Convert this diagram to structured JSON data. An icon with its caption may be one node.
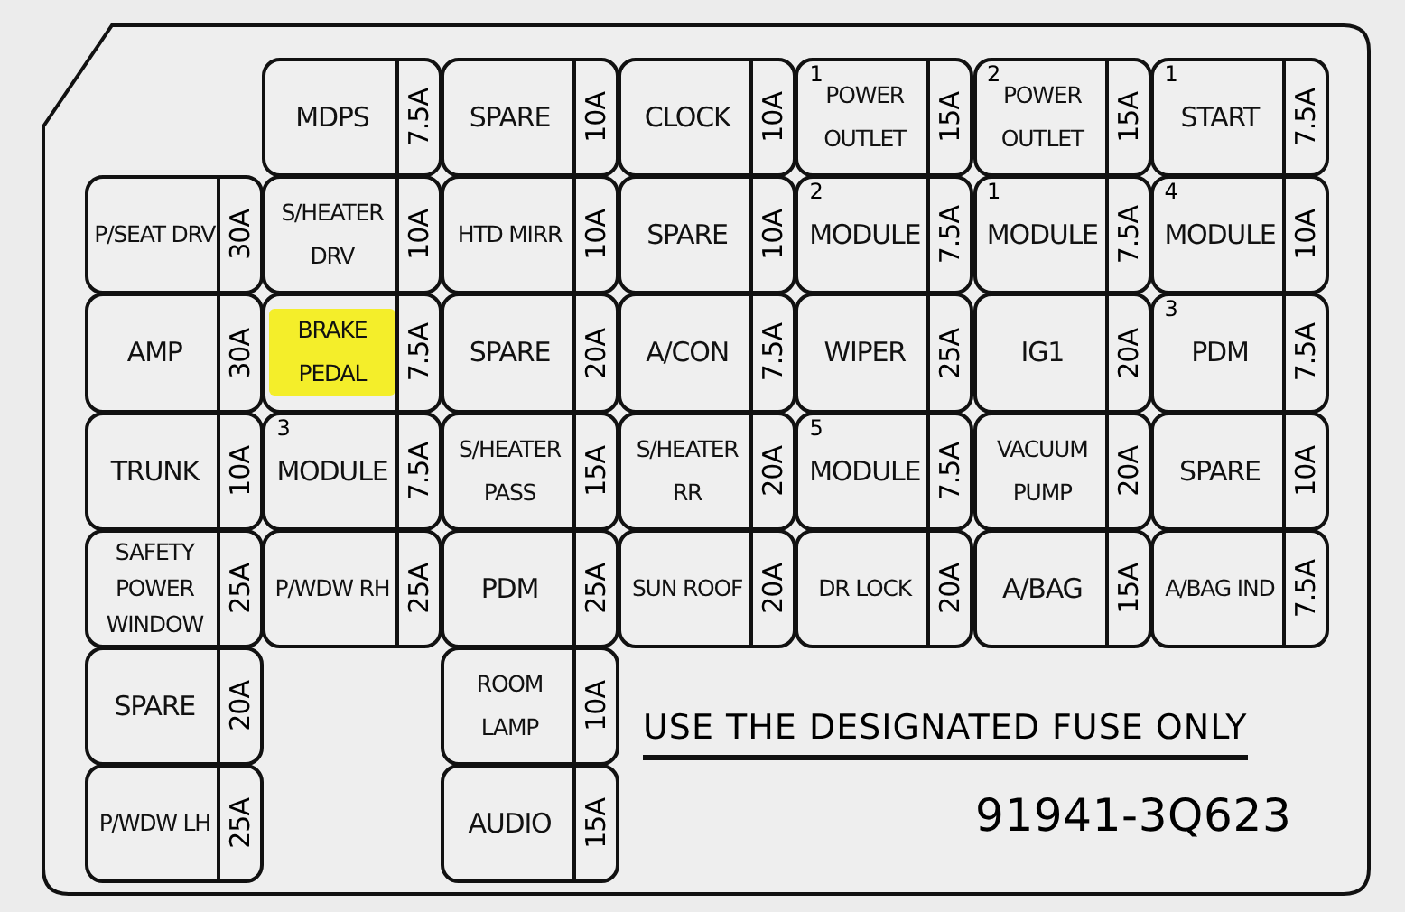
{
  "diagram": {
    "nodes": [
      {
        "text": [],
        "shape": "box"
      },
      {
        "text": [
          "MDPS",
          "7.5A"
        ],
        "in": 0
      },
      {
        "text": [
          "SPARE",
          "10A"
        ],
        "in": 0
      },
      {
        "text": [
          "CLOCK",
          "10A"
        ],
        "in": 0
      },
      {
        "text": [
          "1",
          "POWER OUTLET",
          "15A"
        ],
        "in": 0
      },
      {
        "text": [
          "2",
          "POWER OUTLET",
          "15A"
        ],
        "in": 0
      },
      {
        "text": [
          "1",
          "START",
          "7.5A"
        ],
        "in": 0
      },
      {
        "text": [
          "P/SEAT DRV",
          "30A"
        ],
        "in": 0
      },
      {
        "text": [
          "S/HEATER DRV",
          "10A"
        ],
        "in": 0
      },
      {
        "text": [
          "HTD MIRR",
          "10A"
        ],
        "in": 0
      },
      {
        "text": [
          "SPARE",
          "10A"
        ],
        "in": 0
      },
      {
        "text": [
          "2",
          "MODULE",
          "7.5A"
        ],
        "in": 0
      },
      {
        "text": [
          "1",
          "MODULE",
          "7.5A"
        ],
        "in": 0
      },
      {
        "text": [
          "4",
          "MODULE",
          "10A"
        ],
        "in": 0
      },
      {
        "text": [
          "AMP",
          "30A"
        ],
        "in": 0
      },
      {
        "text": [
          "BRAKE PEDAL",
          "7.5A"
        ],
        "in": 0
      },
      {
        "text": [
          "SPARE",
          "20A"
        ],
        "in": 0
      },
      {
        "text": [
          "A/CON",
          "7.5A"
        ],
        "in": 0
      },
      {
        "text": [
          "WIPER",
          "25A"
        ],
        "in": 0
      },
      {
        "text": [
          "IG1",
          "20A"
        ],
        "in": 0
      },
      {
        "text": [
          "3",
          "PDM",
          "7.5A"
        ],
        "in": 0
      },
      {
        "text": [
          "TRUNK",
          "10A"
        ],
        "in": 0
      },
      {
        "text": [
          "3",
          "MODULE",
          "7.5A"
        ],
        "in": 0
      },
      {
        "text": [
          "S/HEATER PASS",
          "15A"
        ],
        "in": 0
      },
      {
        "text": [
          "S/HEATER RR",
          "20A"
        ],
        "in": 0
      },
      {
        "text": [
          "5",
          "MODULE",
          "7.5A"
        ],
        "in": 0
      },
      {
        "text": [
          "VACUUM PUMP",
          "20A"
        ],
        "in": 0
      },
      {
        "text": [
          "SPARE",
          "10A"
        ],
        "in": 0
      },
      {
        "text": [
          "SAFETY POWER WINDOW",
          "25A"
        ],
        "in": 0
      },
      {
        "text": [
          "P/WDW RH",
          "25A"
        ],
        "in": 0
      },
      {
        "text": [
          "PDM",
          "25A"
        ],
        "in": 0
      },
      {
        "text": [
          "SUN ROOF",
          "20A"
        ],
        "in": 0
      },
      {
        "text": [
          "DR LOCK",
          "20A"
        ],
        "in": 0
      },
      {
        "text": [
          "A/BAG",
          "15A"
        ],
        "in": 0
      },
      {
        "text": [
          "A/BAG IND",
          "7.5A"
        ],
        "in": 0
      },
      {
        "text": [
          "SPARE",
          "20A"
        ],
        "in": 0
      },
      {
        "text": [
          "ROOM LAMP",
          "10A"
        ],
        "in": 0
      },
      {
        "text": [
          "P/WDW LH",
          "25A"
        ],
        "in": 0
      },
      {
        "text": [
          "AUDIO",
          "15A"
        ],
        "in": 0
      }
    ],
    "edges": [],
    "labels": [
      "USE THE DESIGNATED FUSE ONLY",
      "91941-3Q623"
    ]
  }
}
